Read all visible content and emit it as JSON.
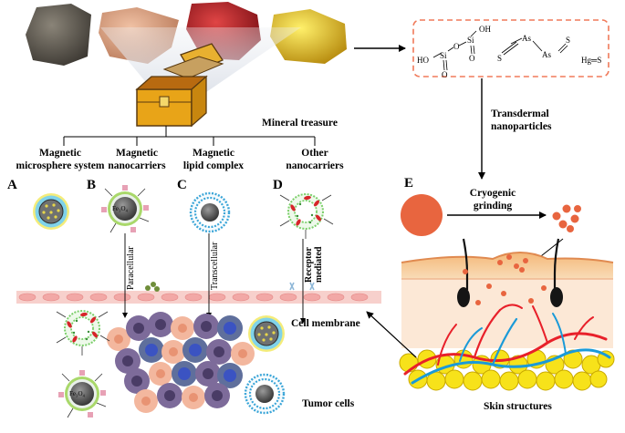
{
  "labels": {
    "mineral_treasure": "Mineral treasure",
    "transdermal_l1": "Transdermal",
    "transdermal_l2": "nanoparticles",
    "cryogenic_l1": "Cryogenic",
    "cryogenic_l2": "grinding",
    "cell_membrane": "Cell membrane",
    "tumor_cells": "Tumor cells",
    "skin_structures": "Skin structures",
    "paracellular": "Paracellular",
    "transcellular": "Transcellular",
    "receptor_l1": "Receptor",
    "receptor_l2": "mediated",
    "fe3o4": "Fe₃O₄"
  },
  "categories": [
    {
      "letter": "A",
      "line1": "Magnetic",
      "line2": "microsphere system"
    },
    {
      "letter": "B",
      "line1": "Magnetic",
      "line2": "nanocarriers"
    },
    {
      "letter": "C",
      "line1": "Magnetic",
      "line2": "lipid complex"
    },
    {
      "letter": "D",
      "line1": "Other",
      "line2": "nanocarriers"
    }
  ],
  "panel_e_letter": "E",
  "chemistry": {
    "oh1": "OH",
    "si1": "Si",
    "o1": "O",
    "ho": "HO",
    "si2": "Si",
    "o2": "O",
    "o3": "O",
    "as1": "As",
    "as2": "As",
    "s1": "S",
    "s2": "S",
    "hgs": "Hg═S"
  },
  "colors": {
    "dashed_box": "#f07a5a",
    "nanoparticle": "#e8653f",
    "blood_red": "#e8202a",
    "blood_blue": "#1a9ad8",
    "fat_yellow": "#f7e21a",
    "membrane_pink": "#f6c6c3",
    "chest_gold": "#e0a020"
  }
}
